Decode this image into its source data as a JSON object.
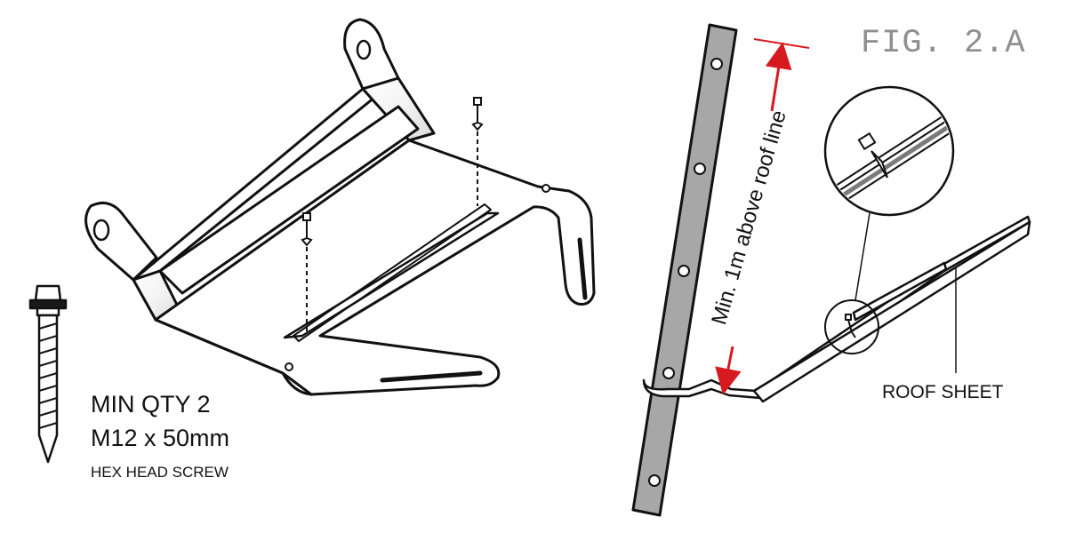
{
  "figure": {
    "label": "FIG. 2.A"
  },
  "screw_spec": {
    "quantity": "MIN QTY 2",
    "size": "M12 x 50mm",
    "type": "HEX HEAD SCREW"
  },
  "roof": {
    "label": "ROOF SHEET"
  },
  "dimension": {
    "label": "Min. 1m above roof line"
  },
  "colors": {
    "line": "#111111",
    "pole_fill": "#a7a7a7",
    "dimension_arrow": "#d71920",
    "figure_label": "#8f8f8f"
  }
}
